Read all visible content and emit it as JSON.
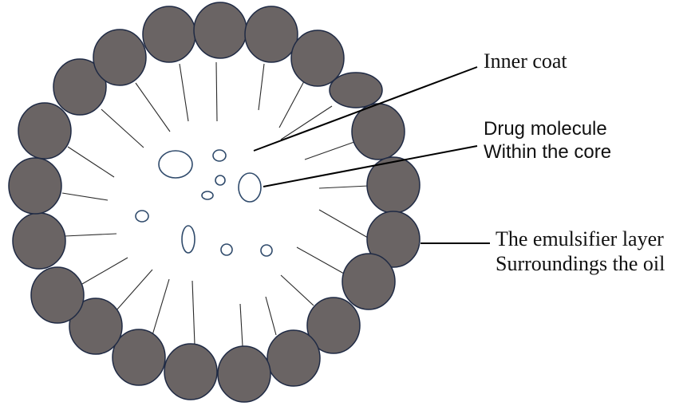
{
  "labels": {
    "inner_coat": "Inner coat",
    "drug_line1": "Drug molecule",
    "drug_line2": "Within the core",
    "emulsifier_line1": "The emulsifier layer",
    "emulsifier_line2": "Surroundings the oil"
  },
  "colors": {
    "head_fill": "#6a6464",
    "head_stroke": "#1f2a44",
    "tail_stroke": "#2a2a2a",
    "drug_stroke": "#2f4a6b",
    "leader_stroke": "#000000"
  }
}
